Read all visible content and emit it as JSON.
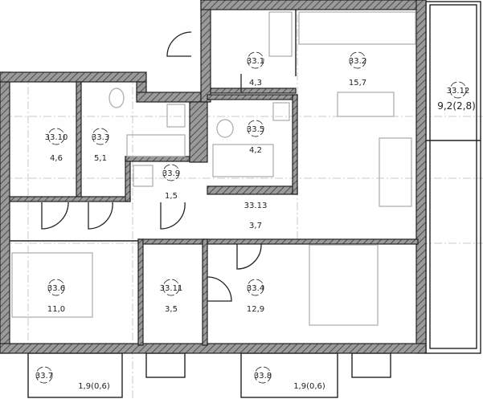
{
  "plan": {
    "rooms": [
      {
        "id": "33.1",
        "area": "4,3"
      },
      {
        "id": "33.2",
        "area": "15,7"
      },
      {
        "id": "33.3",
        "area": "5,1"
      },
      {
        "id": "33.4",
        "area": "12,9"
      },
      {
        "id": "33.5",
        "area": "4,2"
      },
      {
        "id": "33.6",
        "area": "11,0"
      },
      {
        "id": "33.7",
        "area": "1,9(0,6)"
      },
      {
        "id": "33.8",
        "area": "1,9(0,6)"
      },
      {
        "id": "33.9",
        "area": "1,5"
      },
      {
        "id": "33.10",
        "area": "4,6"
      },
      {
        "id": "33.11",
        "area": "3,5"
      },
      {
        "id": "33.12",
        "area": "9,2(2,8)"
      },
      {
        "id": "33.13",
        "area": "3,7"
      }
    ],
    "colors": {
      "wall_fill": "#9a9a9a",
      "line": "#222222",
      "furniture": "#aaaaaa"
    }
  }
}
